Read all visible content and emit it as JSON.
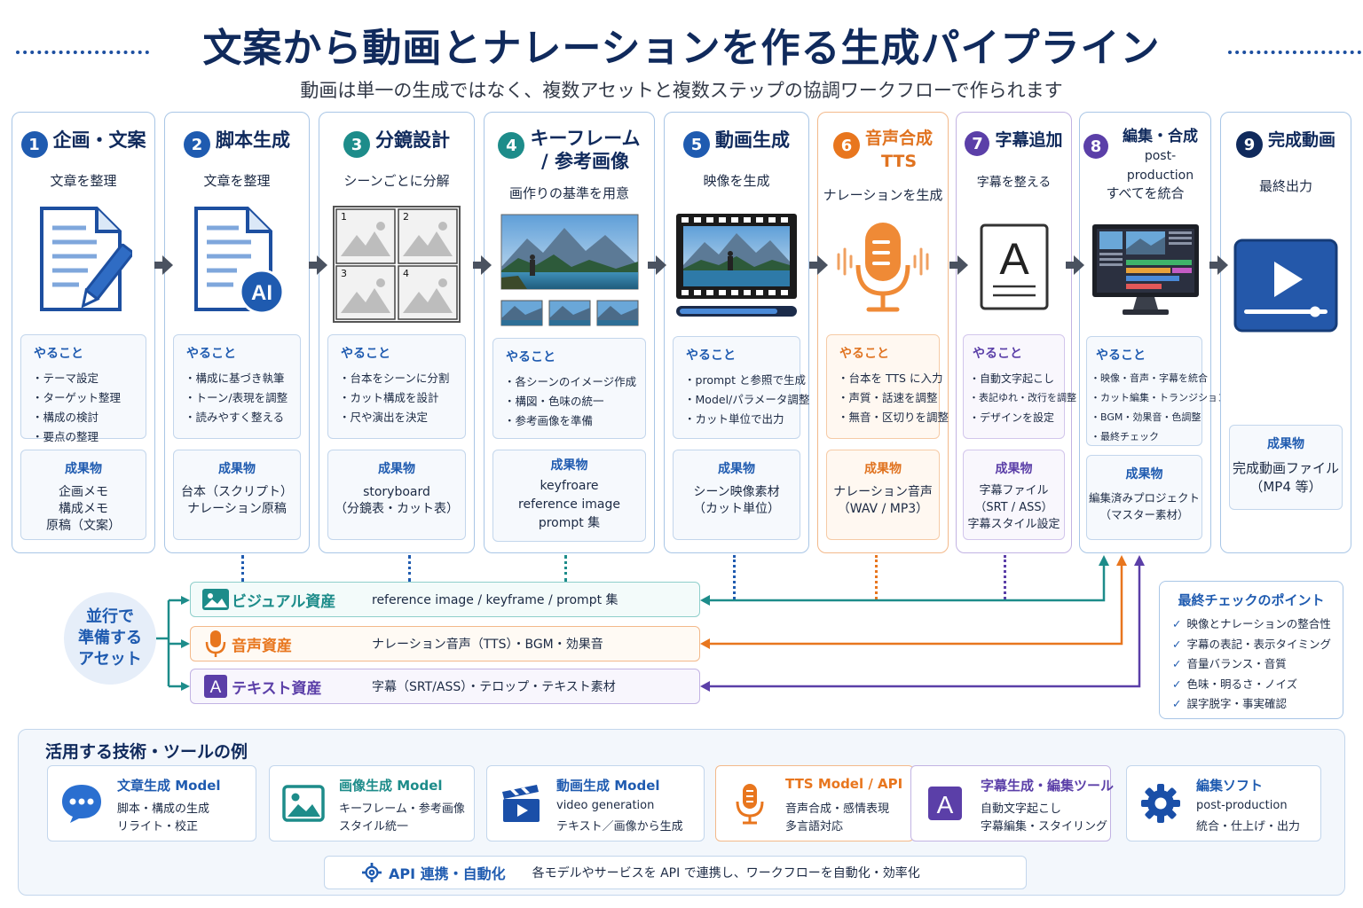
{
  "title": "文案から動画とナレーションを作る生成パイプライン",
  "subtitle": "動画は単一の生成ではなく、複数アセットと複数ステップの協調ワークフローで作られます",
  "colors": {
    "blue": "#1f5bb0",
    "teal": "#1d8c8a",
    "orange": "#e8761e",
    "purple": "#5b3fa8",
    "navy": "#102a5c"
  },
  "steps": [
    {
      "num": "1",
      "title": "企画・文案",
      "sub": "文章を整理",
      "todo_label": "やること",
      "todo": [
        "テーマ設定",
        "ターゲット整理",
        "構成の検討",
        "要点の整理"
      ],
      "product_label": "成果物",
      "product": "企画メモ\n構成メモ\n原稿（文案）",
      "icon": "document-pen-icon"
    },
    {
      "num": "2",
      "title": "脚本生成",
      "sub": "文章を整理",
      "todo_label": "やること",
      "todo": [
        "構成に基づき執筆",
        "トーン/表現を調整",
        "読みやすく整える"
      ],
      "product_label": "成果物",
      "product": "台本（スクリプト）\nナレーション原稿",
      "icon": "ai-document-icon",
      "icon_badge": "AI"
    },
    {
      "num": "3",
      "title": "分鏡設計",
      "sub": "シーンごとに分解",
      "todo_label": "やること",
      "todo": [
        "台本をシーンに分割",
        "カット構成を設計",
        "尺や演出を決定"
      ],
      "product_label": "成果物",
      "product": "storyboard\n（分鏡表・カット表）",
      "icon": "storyboard-icon",
      "panels": [
        "1",
        "2",
        "3",
        "4"
      ]
    },
    {
      "num": "4",
      "title": "キーフレーム",
      "title2": "/ 参考画像",
      "sub": "画作りの基準を用意",
      "todo_label": "やること",
      "todo": [
        "各シーンのイメージ作成",
        "構図・色味の統一",
        "参考画像を準備"
      ],
      "product_label": "成果物",
      "product": "keyfroare\nreference image\nprompt 集",
      "icon": "keyframe-image-icon"
    },
    {
      "num": "5",
      "title": "動画生成",
      "sub": "映像を生成",
      "todo_label": "やること",
      "todo": [
        "prompt と参照で生成",
        "Model/パラメータ調整",
        "カット単位で出力"
      ],
      "product_label": "成果物",
      "product": "シーン映像素材\n（カット単位）",
      "icon": "film-strip-icon"
    },
    {
      "num": "6",
      "title": "音声合成",
      "title2": "TTS",
      "sub": "ナレーションを生成",
      "todo_label": "やること",
      "todo": [
        "台本を TTS に入力",
        "声質・話速を調整",
        "無音・区切りを調整"
      ],
      "product_label": "成果物",
      "product": "ナレーション音声\n（WAV / MP3）",
      "icon": "microphone-icon"
    },
    {
      "num": "7",
      "title": "字幕追加",
      "sub": "字幕を整える",
      "todo_label": "やること",
      "todo": [
        "自動文字起こし",
        "表記ゆれ・改行を調整",
        "デザインを設定"
      ],
      "product_label": "成果物",
      "product": "字幕ファイル\n（SRT / ASS）\n字幕スタイル設定",
      "icon": "subtitle-a-icon",
      "icon_letter": "A"
    },
    {
      "num": "8",
      "title": "編集・合成",
      "title_small": "post-production",
      "sub": "すべてを統合",
      "todo_label": "やること",
      "todo": [
        "映像・音声・字幕を統合",
        "カット編集・トランジション",
        "BGM・効果音・色調整",
        "最終チェック"
      ],
      "product_label": "成果物",
      "product": "編集済みプロジェクト\n（マスター素材）",
      "icon": "editing-monitor-icon"
    },
    {
      "num": "9",
      "title": "完成動画",
      "sub": "最終出力",
      "product_label": "成果物",
      "product": "完成動画ファイル\n（MP4 等）",
      "icon": "play-video-icon"
    }
  ],
  "parallel_label": "並行で\n準備する\nアセット",
  "assets": [
    {
      "name": "ビジュアル資産",
      "desc": "reference image / keyframe / prompt 集",
      "icon": "image-icon",
      "color": "#1d8c8a"
    },
    {
      "name": "音声資産",
      "desc": "ナレーション音声（TTS）・BGM・効果音",
      "icon": "microphone-icon",
      "color": "#e8761e"
    },
    {
      "name": "テキスト資産",
      "desc": "字幕（SRT/ASS）・テロップ・テキスト素材",
      "icon": "text-a-icon",
      "icon_letter": "A",
      "color": "#5b3fa8"
    }
  ],
  "final_check": {
    "title": "最終チェックのポイント",
    "items": [
      "映像とナレーションの整合性",
      "字幕の表記・表示タイミング",
      "音量バランス・音質",
      "色味・明るさ・ノイズ",
      "誤字脱字・事実確認"
    ]
  },
  "tools": {
    "title": "活用する技術・ツールの例",
    "items": [
      {
        "name": "文章生成 Model",
        "l1": "脚本・構成の生成",
        "l2": "リライト・校正",
        "icon": "chat-bubble-icon"
      },
      {
        "name": "画像生成 Model",
        "l1": "キーフレーム・参考画像",
        "l2": "スタイル統一",
        "icon": "image-icon"
      },
      {
        "name": "動画生成 Model",
        "l1": "video generation",
        "l2": "テキスト／画像から生成",
        "icon": "clapperboard-icon"
      },
      {
        "name": "TTS Model / API",
        "l1": "音声合成・感情表現",
        "l2": "多言語対応",
        "icon": "microphone-icon"
      },
      {
        "name": "字幕生成・編集ツール",
        "l1": "自動文字起こし",
        "l2": "字幕編集・スタイリング",
        "icon": "text-a-icon",
        "icon_letter": "A"
      },
      {
        "name": "編集ソフト",
        "l1": "post-production",
        "l2": "統合・仕上げ・出力",
        "icon": "gear-icon"
      }
    ],
    "api_label": "API 連携・自動化",
    "api_desc": "各モデルやサービスを API で連携し、ワークフローを自動化・効率化"
  }
}
